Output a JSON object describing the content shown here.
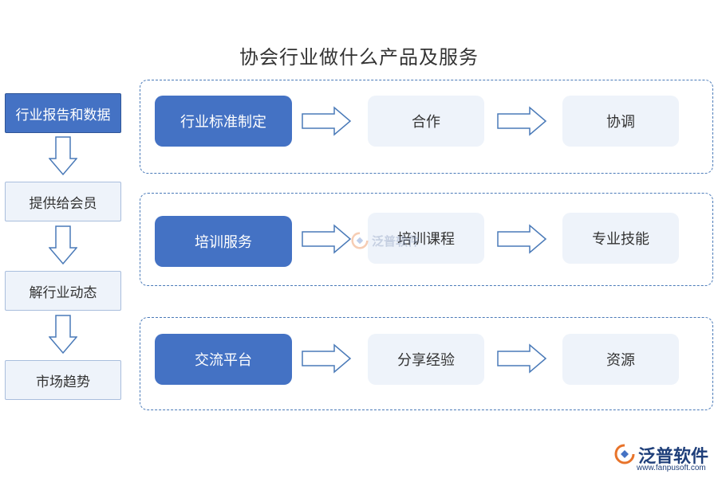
{
  "title": "协会行业做什么产品及服务",
  "left_column": [
    {
      "label": "行业报告和数据",
      "style": "primary"
    },
    {
      "label": "提供给会员",
      "style": "secondary"
    },
    {
      "label": "解行业动态",
      "style": "secondary"
    },
    {
      "label": "市场趋势",
      "style": "secondary"
    }
  ],
  "rows": [
    {
      "main": "行业标准制定",
      "step1": "合作",
      "step2": "协调"
    },
    {
      "main": "培训服务",
      "step1": "培训课程",
      "step2": "专业技能"
    },
    {
      "main": "交流平台",
      "step1": "分享经验",
      "step2": "资源"
    }
  ],
  "watermark": {
    "text": "泛普软件"
  },
  "logo": {
    "name": "泛普软件",
    "url": "www.fanpusoft.com"
  },
  "colors": {
    "primary": "#4472c4",
    "light": "#eef3fa",
    "dashed_border": "#4a7ab8",
    "logo_orange": "#e8732a"
  }
}
